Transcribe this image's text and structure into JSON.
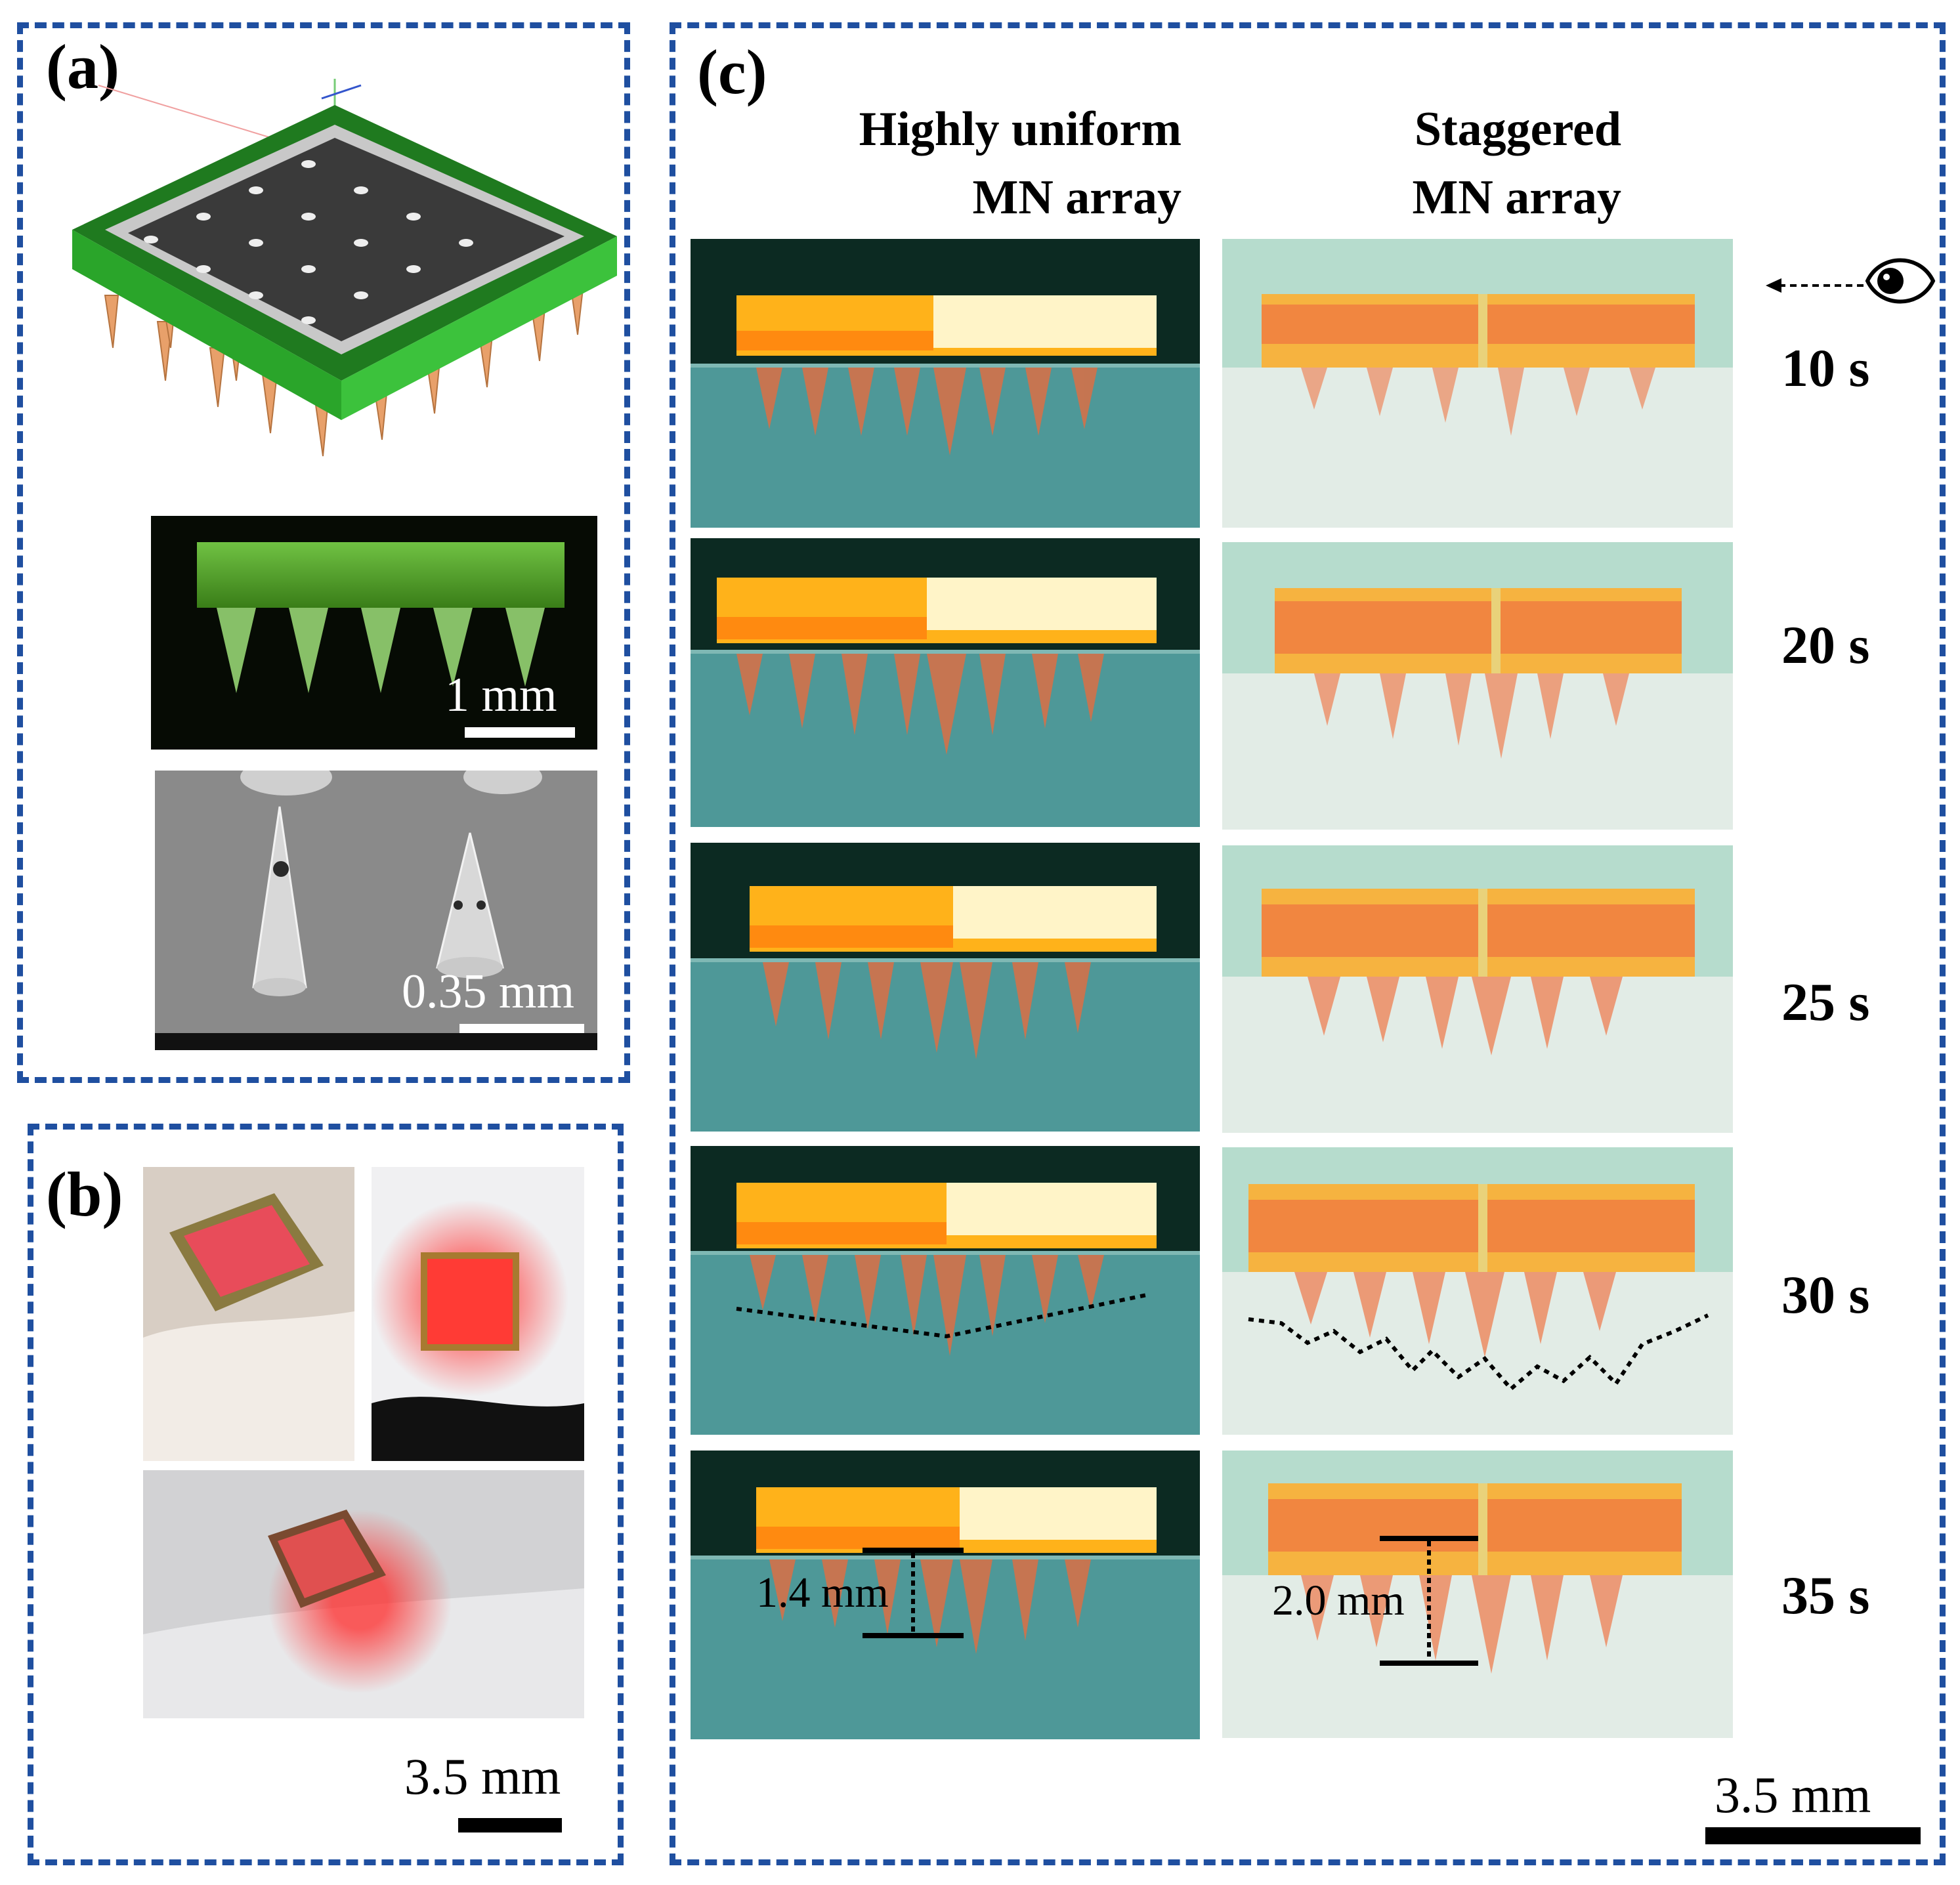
{
  "panels": {
    "a": {
      "label": "(a)",
      "fluorescence_scale": "1 mm",
      "sem_scale": "0.35 mm"
    },
    "b": {
      "label": "(b)",
      "scale": "3.5 mm"
    },
    "c": {
      "label": "(c)",
      "col1_line1": "Highly uniform",
      "col1_line2": "MN array",
      "col2_line1": "Staggered",
      "col2_line2": "MN array",
      "times": [
        "10 s",
        "20 s",
        "25 s",
        "30 s",
        "35 s"
      ],
      "depth_uniform": "1.4 mm",
      "depth_staggered": "2.0 mm",
      "scale": "3.5 mm"
    }
  },
  "colors": {
    "frame": "#1f4fa0",
    "uniform_bg": "#4f9a9a",
    "staggered_bg": "#b8dccf",
    "patch_orange": "#f07a2c",
    "patch_yellow": "#ffd23a"
  },
  "icons": [
    "eye-icon",
    "dashed-arrow-icon"
  ]
}
